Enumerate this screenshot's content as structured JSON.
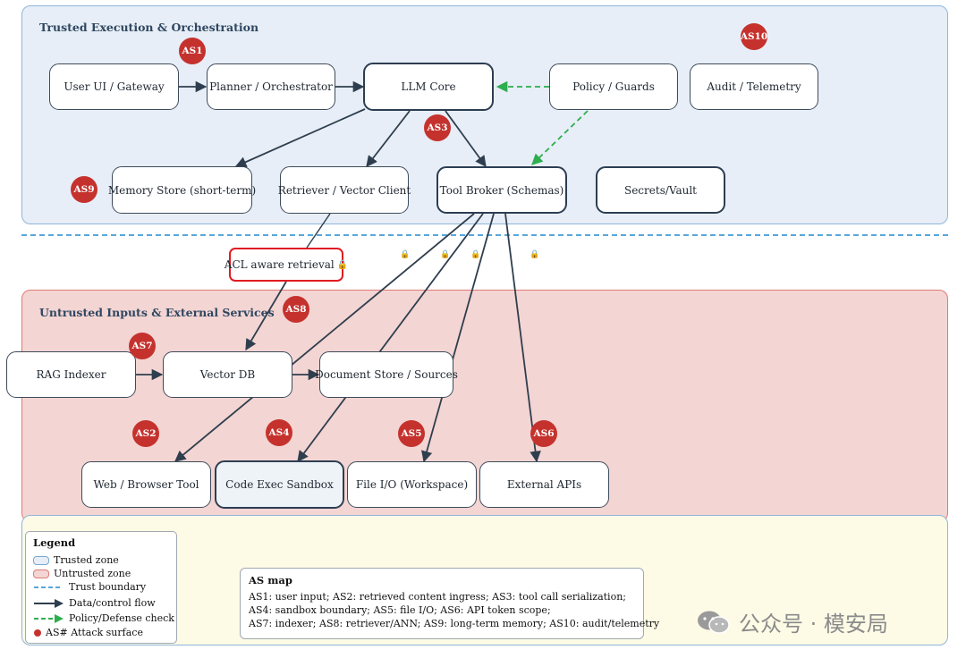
{
  "zones": {
    "trusted_title": "Trusted Execution & Orchestration",
    "untrusted_title": "Untrusted Inputs & External Services"
  },
  "nodes": {
    "user_ui": "User UI / Gateway",
    "planner": "Planner / Orchestrator",
    "llm_core": "LLM Core",
    "policy": "Policy / Guards",
    "audit": "Audit / Telemetry",
    "memory": "Memory Store (short-term)",
    "retriever": "Retriever / Vector Client",
    "tool_broker": "Tool Broker (Schemas)",
    "secrets": "Secrets/Vault",
    "acl": "ACL aware retrieval",
    "rag_indexer": "RAG Indexer",
    "vector_db": "Vector DB",
    "doc_store": "Document Store / Sources",
    "web_tool": "Web / Browser Tool",
    "code_sandbox": "Code Exec Sandbox",
    "file_io": "File I/O (Workspace)",
    "external_apis": "External APIs"
  },
  "badges": [
    "AS1",
    "AS2",
    "AS3",
    "AS4",
    "AS5",
    "AS6",
    "AS7",
    "AS8",
    "AS9",
    "AS10"
  ],
  "lock_glyph": "🔒",
  "legend": {
    "title": "Legend",
    "trusted": "Trusted zone",
    "untrusted": "Untrusted zone",
    "boundary": "Trust boundary",
    "flow": "Data/control flow",
    "policy": "Policy/Defense check",
    "attack": "AS# Attack surface"
  },
  "as_map": {
    "title": "AS map",
    "lines": [
      "AS1: user input; AS2: retrieved content ingress; AS3: tool call serialization;",
      "AS4: sandbox boundary; AS5: file I/O; AS6: API token scope;",
      "AS7: indexer; AS8: retriever/ANN; AS9: long-term memory; AS10: audit/telemetry"
    ]
  },
  "watermark": "公众号 · 模安局",
  "colors": {
    "trusted_fill": "#e7eef7",
    "untrusted_fill": "#f3d5d3",
    "legend_fill": "#fdfbe6",
    "boundary": "#57a6d9",
    "flow": "#2f3e4e",
    "policy": "#2eae4f",
    "badge": "#c5322d",
    "acl_border": "#e01b22"
  }
}
